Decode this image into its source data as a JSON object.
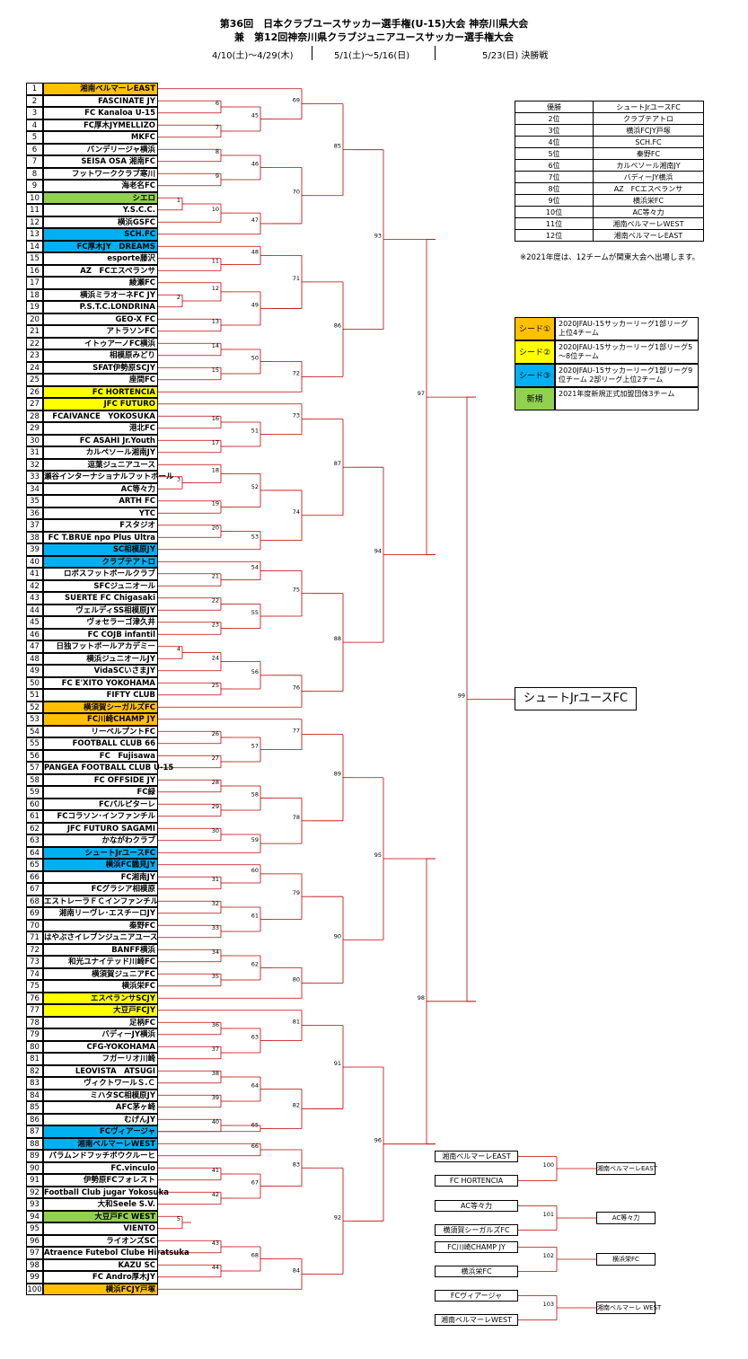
{
  "header": {
    "line1": "第36回　日本クラブユースサッカー選手権(U-15)大会 神奈川県大会",
    "line2": "兼　第12回神奈川県クラブジュニアユースサッカー選手権大会",
    "date1": "4/10(土)～4/29(木)",
    "date2": "5/1(土)～5/16(日)",
    "date3": "5/23(日) 決勝戦"
  },
  "colors": {
    "seed1": "#FFC000",
    "seed2": "#FFFF00",
    "seed3": "#00B0F0",
    "new": "#92D050",
    "line": "#C00000"
  },
  "teams": [
    {
      "n": "1",
      "name": "湘南ベルマーレEAST",
      "seed": "seed1"
    },
    {
      "n": "2",
      "name": "FASCINATE JY",
      "seed": ""
    },
    {
      "n": "3",
      "name": "FC Kanaloa U-15",
      "seed": ""
    },
    {
      "n": "4",
      "name": "FC厚木JYMELLIZO",
      "seed": ""
    },
    {
      "n": "5",
      "name": "MKFC",
      "seed": ""
    },
    {
      "n": "6",
      "name": "バンデリージャ横浜",
      "seed": ""
    },
    {
      "n": "7",
      "name": "SEISA OSA 湘南FC",
      "seed": ""
    },
    {
      "n": "8",
      "name": "フットワーククラブ寒川",
      "seed": ""
    },
    {
      "n": "9",
      "name": "海老名FC",
      "seed": ""
    },
    {
      "n": "10",
      "name": "シエロ",
      "seed": "new"
    },
    {
      "n": "11",
      "name": "Y.S.C.C.",
      "seed": ""
    },
    {
      "n": "12",
      "name": "横浜GSFC",
      "seed": ""
    },
    {
      "n": "13",
      "name": "SCH.FC",
      "seed": "seed3"
    },
    {
      "n": "14",
      "name": "FC厚木JY　DREAMS",
      "seed": "seed3"
    },
    {
      "n": "15",
      "name": "esporte藤沢",
      "seed": ""
    },
    {
      "n": "16",
      "name": "AZ　FCエスペランサ",
      "seed": ""
    },
    {
      "n": "17",
      "name": "綾瀬FC",
      "seed": ""
    },
    {
      "n": "18",
      "name": "横浜ミラオーネFC JY",
      "seed": ""
    },
    {
      "n": "19",
      "name": "P.S.T.C.LONDRINA",
      "seed": ""
    },
    {
      "n": "20",
      "name": "GEO-X FC",
      "seed": ""
    },
    {
      "n": "21",
      "name": "アトラソンFC",
      "seed": ""
    },
    {
      "n": "22",
      "name": "イトゥアーノFC横浜",
      "seed": ""
    },
    {
      "n": "23",
      "name": "相模原みどり",
      "seed": ""
    },
    {
      "n": "24",
      "name": "SFAT伊勢原SCJY",
      "seed": ""
    },
    {
      "n": "25",
      "name": "座間FC",
      "seed": ""
    },
    {
      "n": "26",
      "name": "FC HORTENCIA",
      "seed": "seed2"
    },
    {
      "n": "27",
      "name": "JFC FUTURO",
      "seed": "seed2"
    },
    {
      "n": "28",
      "name": "FCAIVANCE　YOKOSUKA",
      "seed": ""
    },
    {
      "n": "29",
      "name": "港北FC",
      "seed": ""
    },
    {
      "n": "30",
      "name": "FC ASAHI Jr.Youth",
      "seed": ""
    },
    {
      "n": "31",
      "name": "カルペソール湘南JY",
      "seed": ""
    },
    {
      "n": "32",
      "name": "逗葉ジュニアユース",
      "seed": ""
    },
    {
      "n": "33",
      "name": "瀬谷インターナショナルフットボール",
      "seed": ""
    },
    {
      "n": "34",
      "name": "AC等々力",
      "seed": ""
    },
    {
      "n": "35",
      "name": "ARTH FC",
      "seed": ""
    },
    {
      "n": "36",
      "name": "YTC",
      "seed": ""
    },
    {
      "n": "37",
      "name": "Fスタジオ",
      "seed": ""
    },
    {
      "n": "38",
      "name": "FC T.BRUE npo Plus Ultra",
      "seed": ""
    },
    {
      "n": "39",
      "name": "SC相模原JY",
      "seed": "seed3"
    },
    {
      "n": "40",
      "name": "クラブテアトロ",
      "seed": "seed3"
    },
    {
      "n": "41",
      "name": "ロボスフットボールクラブ",
      "seed": ""
    },
    {
      "n": "42",
      "name": "SFCジュニオール",
      "seed": ""
    },
    {
      "n": "43",
      "name": "SUERTE FC Chigasaki",
      "seed": ""
    },
    {
      "n": "44",
      "name": "ヴェルディSS相模原JY",
      "seed": ""
    },
    {
      "n": "45",
      "name": "ヴォセラーゴ津久井",
      "seed": ""
    },
    {
      "n": "46",
      "name": "FC COJB infantil",
      "seed": ""
    },
    {
      "n": "47",
      "name": "日独フットボールアカデミー",
      "seed": ""
    },
    {
      "n": "48",
      "name": "横浜ジュニオールJY",
      "seed": ""
    },
    {
      "n": "49",
      "name": "VidaSCいさまJY",
      "seed": ""
    },
    {
      "n": "50",
      "name": "FC E'XITO YOKOHAMA",
      "seed": ""
    },
    {
      "n": "51",
      "name": "FIFTY CLUB",
      "seed": ""
    },
    {
      "n": "52",
      "name": "横須賀シーガルズFC",
      "seed": "seed1"
    },
    {
      "n": "53",
      "name": "FC川崎CHAMP JY",
      "seed": "seed1"
    },
    {
      "n": "54",
      "name": "リーベルプントFC",
      "seed": ""
    },
    {
      "n": "55",
      "name": "FOOTBALL CLUB 66",
      "seed": ""
    },
    {
      "n": "56",
      "name": "FC　Fujisawa",
      "seed": ""
    },
    {
      "n": "57",
      "name": "PANGEA FOOTBALL CLUB U-15",
      "seed": ""
    },
    {
      "n": "58",
      "name": "FC OFFSIDE JY",
      "seed": ""
    },
    {
      "n": "59",
      "name": "FC緑",
      "seed": ""
    },
    {
      "n": "60",
      "name": "FCパルピターレ",
      "seed": ""
    },
    {
      "n": "61",
      "name": "FCコラソン･インファンチル",
      "seed": ""
    },
    {
      "n": "62",
      "name": "JFC FUTURO SAGAMI",
      "seed": ""
    },
    {
      "n": "63",
      "name": "かながわクラブ",
      "seed": ""
    },
    {
      "n": "64",
      "name": "シュートJrユースFC",
      "seed": "seed3"
    },
    {
      "n": "65",
      "name": "横浜FC鶴見JY",
      "seed": "seed3"
    },
    {
      "n": "66",
      "name": "FC湘南JY",
      "seed": ""
    },
    {
      "n": "67",
      "name": "FCグラシア相模原",
      "seed": ""
    },
    {
      "n": "68",
      "name": "エストレーラＦＣインファンチル",
      "seed": ""
    },
    {
      "n": "69",
      "name": "湘南リーヴレ･エスチーロJY",
      "seed": ""
    },
    {
      "n": "70",
      "name": "秦野FC",
      "seed": ""
    },
    {
      "n": "71",
      "name": "はやぶさイレブンジュニアユース",
      "seed": ""
    },
    {
      "n": "72",
      "name": "BANFF横浜",
      "seed": ""
    },
    {
      "n": "73",
      "name": "和光ユナイテッド川崎FC",
      "seed": ""
    },
    {
      "n": "74",
      "name": "横須賀ジュニアFC",
      "seed": ""
    },
    {
      "n": "75",
      "name": "横浜栄FC",
      "seed": ""
    },
    {
      "n": "76",
      "name": "エスペランサSCJY",
      "seed": "seed2"
    },
    {
      "n": "77",
      "name": "大豆戸FCJY",
      "seed": "seed2"
    },
    {
      "n": "78",
      "name": "足柄FC",
      "seed": ""
    },
    {
      "n": "79",
      "name": "バディーJY横浜",
      "seed": ""
    },
    {
      "n": "80",
      "name": "CFG-YOKOHAMA",
      "seed": ""
    },
    {
      "n": "81",
      "name": "フガーリオ川崎",
      "seed": ""
    },
    {
      "n": "82",
      "name": "LEOVISTA　ATSUGI",
      "seed": ""
    },
    {
      "n": "83",
      "name": "ヴィクトワールＳ.Ｃ",
      "seed": ""
    },
    {
      "n": "84",
      "name": "ミハタSC相模原JY",
      "seed": ""
    },
    {
      "n": "85",
      "name": "AFC茅ヶ崎",
      "seed": ""
    },
    {
      "n": "86",
      "name": "むげんJY",
      "seed": ""
    },
    {
      "n": "87",
      "name": "FCヴィアージャ",
      "seed": "seed3"
    },
    {
      "n": "88",
      "name": "湘南ベルマーレWEST",
      "seed": "seed3"
    },
    {
      "n": "89",
      "name": "パラムンドフッチボウクルーヒ",
      "seed": ""
    },
    {
      "n": "90",
      "name": "FC.vinculo",
      "seed": ""
    },
    {
      "n": "91",
      "name": "伊勢原FCフォレスト",
      "seed": ""
    },
    {
      "n": "92",
      "name": "Football Club jugar Yokosuka",
      "seed": ""
    },
    {
      "n": "93",
      "name": "大和Seele S.V.",
      "seed": ""
    },
    {
      "n": "94",
      "name": "大豆戸FC WEST",
      "seed": "new"
    },
    {
      "n": "95",
      "name": "VIENTO",
      "seed": ""
    },
    {
      "n": "96",
      "name": "ライオンズSC",
      "seed": ""
    },
    {
      "n": "97",
      "name": "Atraence Futebol Clube Hiratsuka",
      "seed": ""
    },
    {
      "n": "98",
      "name": "KAZU SC",
      "seed": ""
    },
    {
      "n": "99",
      "name": "FC Andro厚木JY",
      "seed": ""
    },
    {
      "n": "100",
      "name": "横浜FCJY戸塚",
      "seed": "seed1"
    }
  ],
  "bracket": {
    "r1": [
      {
        "id": "1",
        "a": 10,
        "b": 11
      },
      {
        "id": "2",
        "a": 18,
        "b": 19
      },
      {
        "id": "3",
        "a": 33,
        "b": 34
      },
      {
        "id": "4",
        "a": 47,
        "b": 48
      },
      {
        "id": "5",
        "a": 94,
        "b": 95
      }
    ],
    "r2": [
      {
        "id": "6",
        "a": 3,
        "b": 2
      },
      {
        "id": "7",
        "a": 4,
        "b": 5
      },
      {
        "id": "8",
        "a": 6,
        "b": 7
      },
      {
        "id": "9",
        "a": 8,
        "b": 9
      },
      {
        "id": "10",
        "a": "m1",
        "b": 12
      },
      {
        "id": "11",
        "a": 15,
        "b": 16
      },
      {
        "id": "12",
        "a": 17,
        "b": "m2"
      },
      {
        "id": "13",
        "a": 20,
        "b": 21
      },
      {
        "id": "14",
        "a": 22,
        "b": 23
      },
      {
        "id": "15",
        "a": 24,
        "b": 25
      },
      {
        "id": "16",
        "a": 28,
        "b": 29
      },
      {
        "id": "17",
        "a": 30,
        "b": 31
      },
      {
        "id": "18",
        "a": 32,
        "b": "m3"
      },
      {
        "id": "19",
        "a": 35,
        "b": 36
      },
      {
        "id": "20",
        "a": 37,
        "b": 38
      },
      {
        "id": "21",
        "a": 41,
        "b": 42
      },
      {
        "id": "22",
        "a": 43,
        "b": 44
      },
      {
        "id": "23",
        "a": 45,
        "b": 46
      },
      {
        "id": "24",
        "a": "m4",
        "b": 49
      },
      {
        "id": "25",
        "a": 50,
        "b": 51
      },
      {
        "id": "26",
        "a": 54,
        "b": 55
      },
      {
        "id": "27",
        "a": 56,
        "b": 57
      },
      {
        "id": "28",
        "a": 58,
        "b": 59
      },
      {
        "id": "29",
        "a": 60,
        "b": 61
      },
      {
        "id": "30",
        "a": 62,
        "b": 63
      },
      {
        "id": "31",
        "a": 66,
        "b": 67
      },
      {
        "id": "32",
        "a": 68,
        "b": 69
      },
      {
        "id": "33",
        "a": 70,
        "b": 71
      },
      {
        "id": "34",
        "a": 72,
        "b": 73
      },
      {
        "id": "35",
        "a": 74,
        "b": 75
      },
      {
        "id": "36",
        "a": 78,
        "b": 79
      },
      {
        "id": "37",
        "a": 80,
        "b": 81
      },
      {
        "id": "38",
        "a": 82,
        "b": 83
      },
      {
        "id": "39",
        "a": 84,
        "b": 85
      },
      {
        "id": "40",
        "a": 86,
        "b": 87
      },
      {
        "id": "41",
        "a": 90,
        "b": 91
      },
      {
        "id": "42",
        "a": 92,
        "b": 93
      },
      {
        "id": "43",
        "a": 96,
        "b": 97
      },
      {
        "id": "44",
        "a": 98,
        "b": 99
      }
    ],
    "r3": [
      {
        "id": "45",
        "a": "m6",
        "b": "m7"
      },
      {
        "id": "46",
        "a": "m8",
        "b": "m9"
      },
      {
        "id": "47",
        "a": "m10",
        "b": 13
      },
      {
        "id": "48",
        "a": 14,
        "b": "m11"
      },
      {
        "id": "49",
        "a": "m12",
        "b": "m13"
      },
      {
        "id": "50",
        "a": "m14",
        "b": "m15"
      },
      {
        "id": "51",
        "a": "m16",
        "b": "m17"
      },
      {
        "id": "52",
        "a": "m18",
        "b": "m19"
      },
      {
        "id": "53",
        "a": "m20",
        "b": 39
      },
      {
        "id": "54",
        "a": 40,
        "b": "m21"
      },
      {
        "id": "55",
        "a": "m22",
        "b": "m23"
      },
      {
        "id": "56",
        "a": "m24",
        "b": "m25"
      },
      {
        "id": "57",
        "a": "m26",
        "b": "m27"
      },
      {
        "id": "58",
        "a": "m28",
        "b": "m29"
      },
      {
        "id": "59",
        "a": "m30",
        "b": 64
      },
      {
        "id": "60",
        "a": 65,
        "b": "m31"
      },
      {
        "id": "61",
        "a": "m32",
        "b": "m33"
      },
      {
        "id": "62",
        "a": "m34",
        "b": "m35"
      },
      {
        "id": "63",
        "a": "m36",
        "b": "m37"
      },
      {
        "id": "64",
        "a": "m38",
        "b": "m39"
      },
      {
        "id": "65",
        "a": "m40",
        "b": 87
      },
      {
        "id": "66",
        "a": 88,
        "b": 89
      },
      {
        "id": "67",
        "a": "m41",
        "b": "m42"
      },
      {
        "id": "68",
        "a": "m43",
        "b": "m44"
      }
    ],
    "r4": [
      {
        "id": "69",
        "a": 1,
        "b": "m45"
      },
      {
        "id": "70",
        "a": "m46",
        "b": "m47"
      },
      {
        "id": "71",
        "a": "m48",
        "b": "m49"
      },
      {
        "id": "72",
        "a": "m50",
        "b": 26
      },
      {
        "id": "73",
        "a": 27,
        "b": "m51"
      },
      {
        "id": "74",
        "a": "m52",
        "b": "m53"
      },
      {
        "id": "75",
        "a": "m54",
        "b": "m55"
      },
      {
        "id": "76",
        "a": "m56",
        "b": 52
      },
      {
        "id": "77",
        "a": 53,
        "b": "m57"
      },
      {
        "id": "78",
        "a": "m58",
        "b": "m59"
      },
      {
        "id": "79",
        "a": "m60",
        "b": "m61"
      },
      {
        "id": "80",
        "a": "m62",
        "b": 76
      },
      {
        "id": "81",
        "a": 77,
        "b": "m63"
      },
      {
        "id": "82",
        "a": "m64",
        "b": "m65"
      },
      {
        "id": "83",
        "a": "m66",
        "b": "m67"
      },
      {
        "id": "84",
        "a": "m68",
        "b": 100
      }
    ],
    "r5": [
      {
        "id": "85",
        "a": "m69",
        "b": "m70"
      },
      {
        "id": "86",
        "a": "m71",
        "b": "m72"
      },
      {
        "id": "87",
        "a": "m73",
        "b": "m74"
      },
      {
        "id": "88",
        "a": "m75",
        "b": "m76"
      },
      {
        "id": "89",
        "a": "m77",
        "b": "m78"
      },
      {
        "id": "90",
        "a": "m79",
        "b": "m80"
      },
      {
        "id": "91",
        "a": "m81",
        "b": "m82"
      },
      {
        "id": "92",
        "a": "m83",
        "b": "m84"
      }
    ],
    "r6": [
      {
        "id": "93",
        "a": "m85",
        "b": "m86"
      },
      {
        "id": "94",
        "a": "m87",
        "b": "m88"
      },
      {
        "id": "95",
        "a": "m89",
        "b": "m90"
      },
      {
        "id": "96",
        "a": "m91",
        "b": "m92"
      }
    ],
    "r7": [
      {
        "id": "97",
        "a": "m93",
        "b": "m94"
      },
      {
        "id": "98",
        "a": "m95",
        "b": "m96"
      }
    ],
    "r8": [
      {
        "id": "99",
        "a": "m97",
        "b": "m98"
      }
    ]
  },
  "champion": "シュートJrユースFC",
  "results": [
    {
      "place": "優勝",
      "team": "シュートJrユースFC"
    },
    {
      "place": "2位",
      "team": "クラブテアトロ"
    },
    {
      "place": "3位",
      "team": "横浜FCJY戸塚"
    },
    {
      "place": "4位",
      "team": "SCH.FC"
    },
    {
      "place": "5位",
      "team": "秦野FC"
    },
    {
      "place": "6位",
      "team": "カルペソール湘南JY"
    },
    {
      "place": "7位",
      "team": "バディーJY横浜"
    },
    {
      "place": "8位",
      "team": "AZ　FCエスペランサ"
    },
    {
      "place": "9位",
      "team": "横浜栄FC"
    },
    {
      "place": "10位",
      "team": "AC等々力"
    },
    {
      "place": "11位",
      "team": "湘南ベルマーレWEST"
    },
    {
      "place": "12位",
      "team": "湘南ベルマーレEAST"
    }
  ],
  "note": "※2021年度は、12チームが関東大会へ出場します。",
  "legend": [
    {
      "key": "シード①",
      "text": "2020JFAU-15サッカーリーグ1部リーグ上位4チーム",
      "color": "seed1"
    },
    {
      "key": "シード②",
      "text": "2020JFAU-15サッカーリーグ1部リーグ5～8位チーム",
      "color": "seed2"
    },
    {
      "key": "シード③",
      "text": "2020JFAU-15サッカーリーグ1部リーグ9位チーム 2部リーグ上位2チーム",
      "color": "seed3"
    },
    {
      "key": "新規",
      "text": "2021年度新規正式加盟団体3チーム",
      "color": "new"
    }
  ],
  "playoffs": [
    {
      "id": "100",
      "a": "湘南ベルマーレEAST",
      "b": "FC HORTENCIA",
      "winner": "湘南ベルマーレEAST"
    },
    {
      "id": "101",
      "a": "AC等々力",
      "b": "横須賀シーガルズFC",
      "winner": "AC等々力"
    },
    {
      "id": "102",
      "a": "FC川崎CHAMP JY",
      "b": "横浜栄FC",
      "winner": "横浜栄FC"
    },
    {
      "id": "103",
      "a": "FCヴィアージャ",
      "b": "湘南ベルマーレWEST",
      "winner": "湘南ベルマーレ WEST"
    }
  ]
}
